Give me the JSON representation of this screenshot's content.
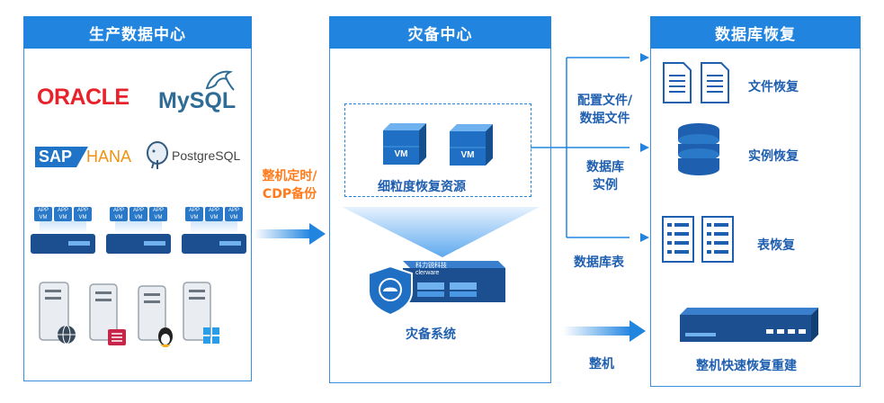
{
  "panels": {
    "production": {
      "title": "生产数据中心"
    },
    "dr": {
      "title": "灾备中心"
    },
    "restore": {
      "title": "数据库恢复"
    }
  },
  "production": {
    "logos": {
      "oracle": "ORACLE",
      "mysql_prefix": "My",
      "mysql_suffix": "SQL",
      "sap": "SAP",
      "hana": "HANA",
      "postgres": "PostgreSQL"
    },
    "app_label": "APP",
    "vm_label": "VM"
  },
  "flow": {
    "backup_label_line1": "整机定时/",
    "backup_label_line2": "CDP备份"
  },
  "dr": {
    "vm_label": "VM",
    "granular_label": "细粒度恢复资源",
    "appliance_brand_cn": "科力锐科技",
    "appliance_brand_en": "clerware",
    "system_label": "灾备系统"
  },
  "restore": {
    "branch_labels": {
      "config_line1": "配置文件/",
      "config_line2": "数据文件",
      "instance_line1": "数据库",
      "instance_line2": "实例",
      "table": "数据库表",
      "machine": "整机"
    },
    "targets": {
      "file": "文件恢复",
      "instance": "实例恢复",
      "table": "表恢复",
      "machine": "整机快速恢复重建"
    }
  },
  "colors": {
    "header_blue": "#2185e0",
    "label_blue": "#1f5fb0",
    "accent_orange": "#ff7a1a",
    "device_dark": "#1b4f8f"
  }
}
